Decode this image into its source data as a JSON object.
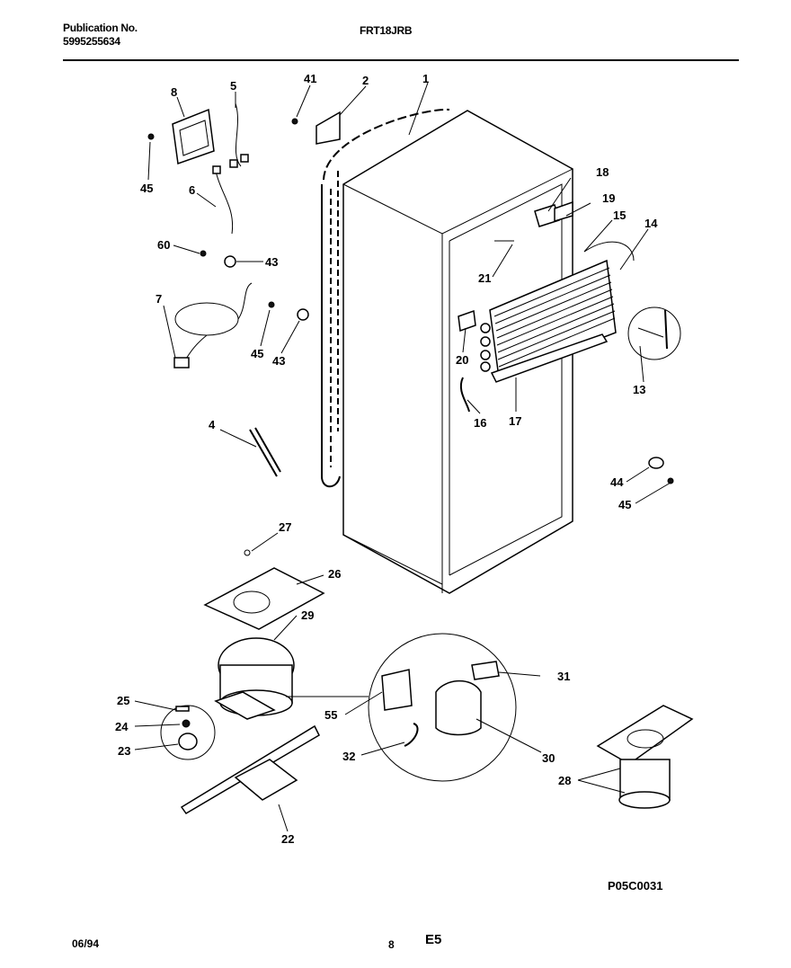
{
  "header": {
    "publication_label": "Publication No.",
    "publication_number": "5995255634",
    "model": "FRT18JRB"
  },
  "footer": {
    "date": "06/94",
    "page": "8",
    "section": "E5",
    "figure_code": "P05C0031"
  },
  "callouts": {
    "c1": "1",
    "c2": "2",
    "c4": "4",
    "c5": "5",
    "c6": "6",
    "c7": "7",
    "c8": "8",
    "c13": "13",
    "c14": "14",
    "c15": "15",
    "c16": "16",
    "c17": "17",
    "c18": "18",
    "c19": "19",
    "c20": "20",
    "c21": "21",
    "c22": "22",
    "c23": "23",
    "c24": "24",
    "c25": "25",
    "c26": "26",
    "c27": "27",
    "c28": "28",
    "c29": "29",
    "c30": "30",
    "c31": "31",
    "c32": "32",
    "c41": "41",
    "c43a": "43",
    "c43b": "43",
    "c44": "44",
    "c45a": "45",
    "c45b": "45",
    "c45c": "45",
    "c55": "55",
    "c60": "60"
  }
}
